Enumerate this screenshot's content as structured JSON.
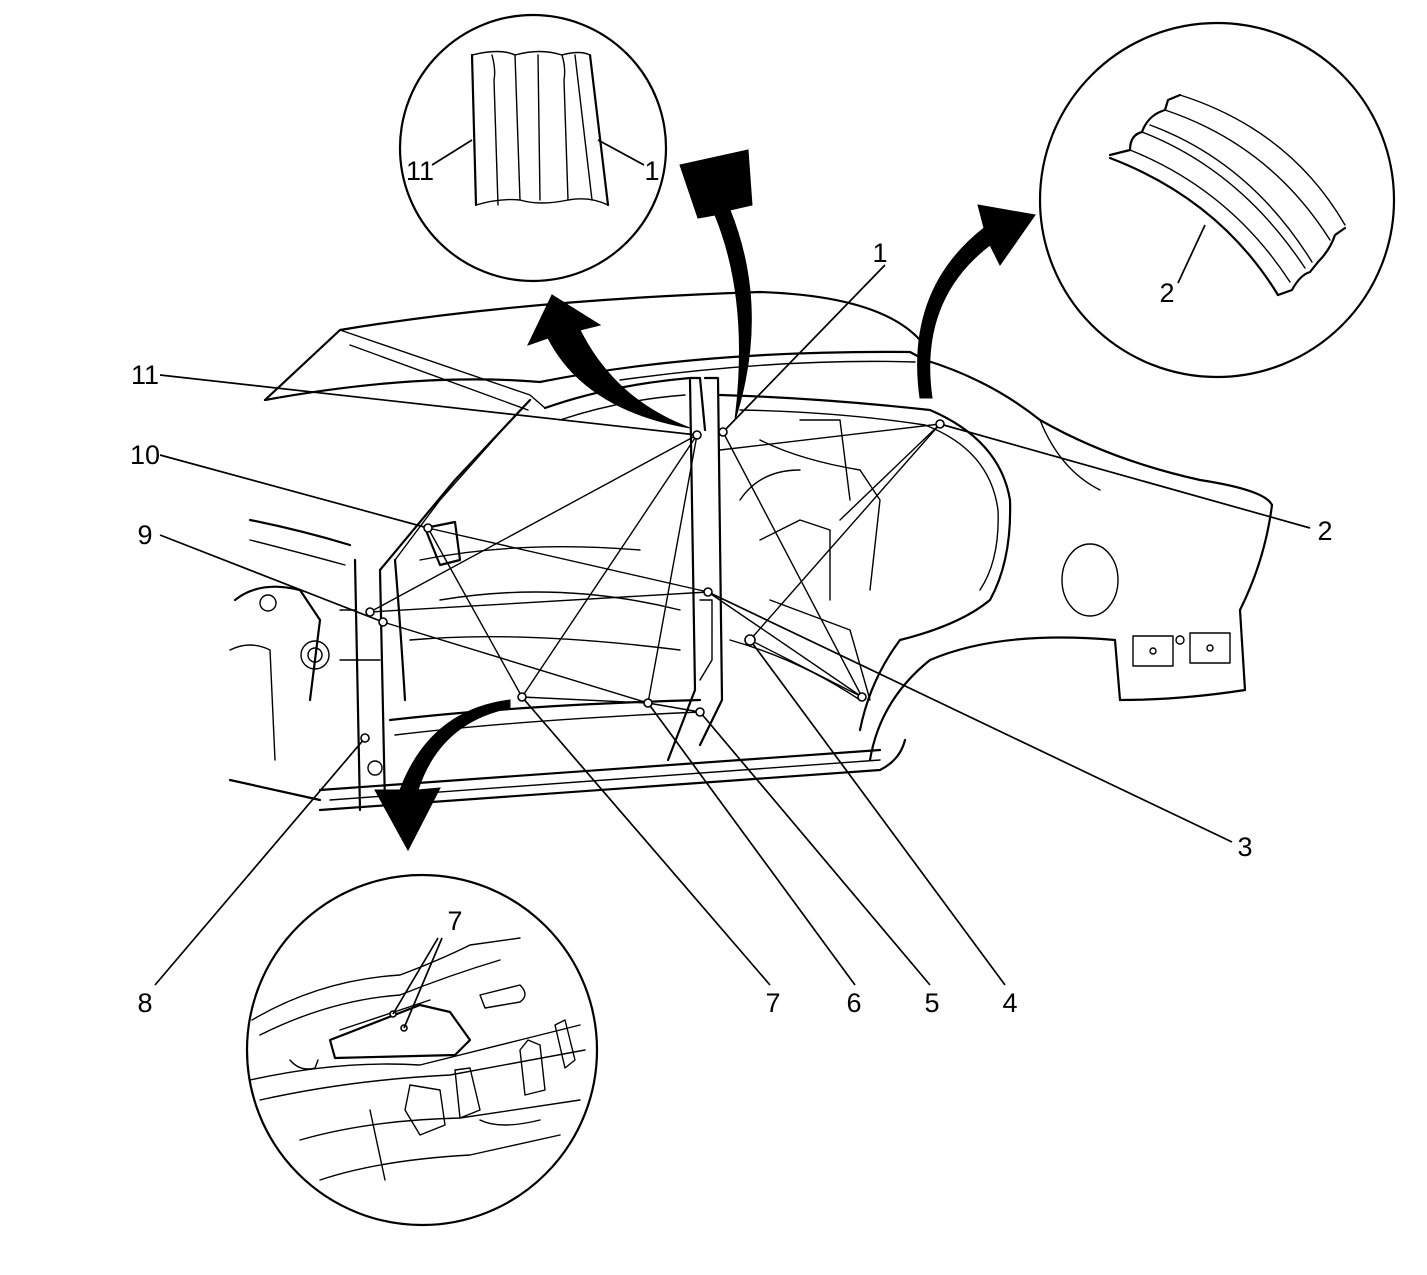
{
  "callouts": {
    "c1": "1",
    "c2": "2",
    "c3": "3",
    "c4": "4",
    "c5": "5",
    "c6": "6",
    "c7": "7",
    "c8": "8",
    "c9": "9",
    "c10": "10",
    "c11": "11"
  },
  "details": {
    "top_left_11": "11",
    "top_left_1": "1",
    "top_right_2": "2",
    "bottom_7": "7"
  }
}
